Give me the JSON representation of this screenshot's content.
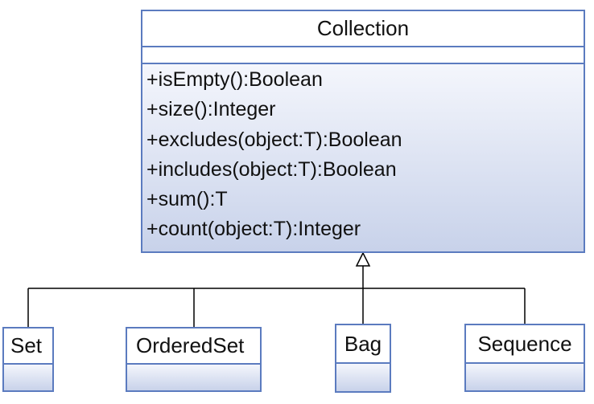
{
  "diagram": {
    "parent": {
      "name": "Collection",
      "attributes": [],
      "operations": [
        "+isEmpty():Boolean",
        "+size():Integer",
        "+excludes(object:T):Boolean",
        "+includes(object:T):Boolean",
        "+sum():T",
        "+count(object:T):Integer"
      ]
    },
    "children": [
      {
        "name": "Set"
      },
      {
        "name": "OrderedSet"
      },
      {
        "name": "Bag"
      },
      {
        "name": "Sequence"
      }
    ],
    "relationship": "generalization",
    "colors": {
      "border": "#5b7bbf",
      "fill_top": "#f4f6fc",
      "fill_bottom": "#c8d2ea",
      "line": "#000000"
    }
  }
}
